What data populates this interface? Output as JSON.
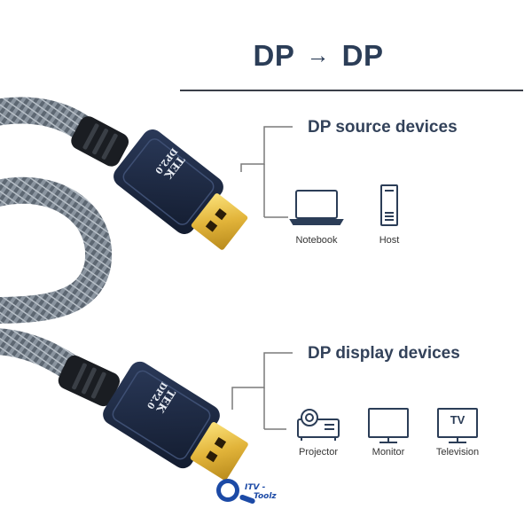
{
  "header": {
    "title_left": "DP",
    "title_arrow": "→",
    "title_right": "DP"
  },
  "source_section": {
    "title": "DP source devices",
    "devices": [
      {
        "label": "Notebook",
        "icon": "laptop-icon"
      },
      {
        "label": "Host",
        "icon": "pc-tower-icon"
      }
    ]
  },
  "display_section": {
    "title": "DP display devices",
    "devices": [
      {
        "label": "Projector",
        "icon": "projector-icon"
      },
      {
        "label": "Monitor",
        "icon": "monitor-icon"
      },
      {
        "label": "Television",
        "icon": "tv-icon",
        "icon_text": "TV"
      }
    ]
  },
  "connector": {
    "brand": "TEK",
    "model": "DP2.0"
  },
  "watermark": {
    "line1": "ITV -",
    "line2": "Toolz",
    "logo_text": "Toolz"
  },
  "colors": {
    "accent_navy": "#2b3d57",
    "connector_shell": "#1d2a44",
    "gold_plug": "#e2b43a",
    "braid_gray": "#6f7a86",
    "watermark_blue": "#1c4aa6"
  }
}
